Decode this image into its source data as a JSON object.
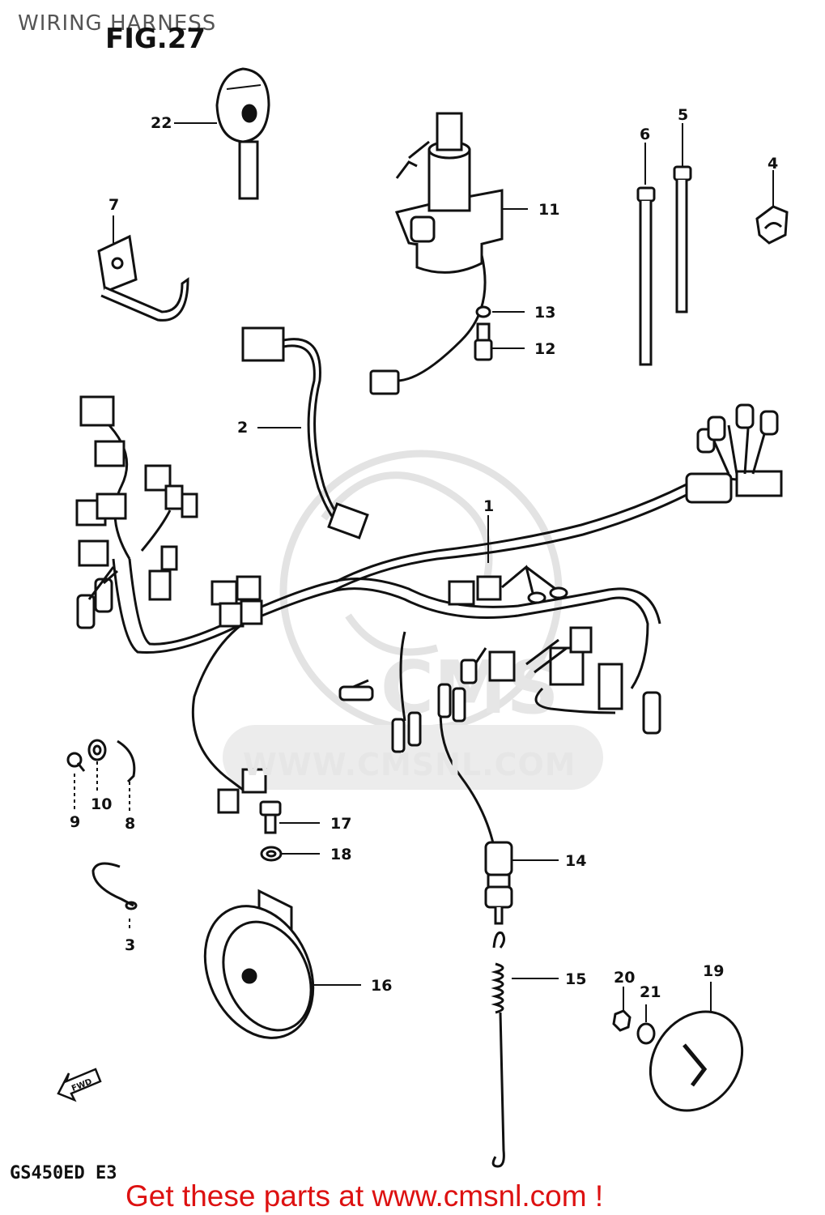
{
  "title": "WIRING HARNESS",
  "figure_label": "FIG.27",
  "model_code": "GS450ED  E3",
  "call_to_action": "Get these parts at www.cmsnl.com !",
  "watermark": {
    "logo": "CMS",
    "url": "WWW.CMSNL.COM"
  },
  "fwd_marker": "FWD",
  "part_numbers": {
    "p1": "1",
    "p2": "2",
    "p3": "3",
    "p4": "4",
    "p5": "5",
    "p6": "6",
    "p7": "7",
    "p8": "8",
    "p9": "9",
    "p10": "10",
    "p11": "11",
    "p12": "12",
    "p13": "13",
    "p14": "14",
    "p15": "15",
    "p16": "16",
    "p17": "17",
    "p18": "18",
    "p19": "19",
    "p20": "20",
    "p21": "21",
    "p22": "22"
  },
  "colors": {
    "line": "#111111",
    "watermark": "#e6e6e6",
    "cta": "#dd1111"
  }
}
